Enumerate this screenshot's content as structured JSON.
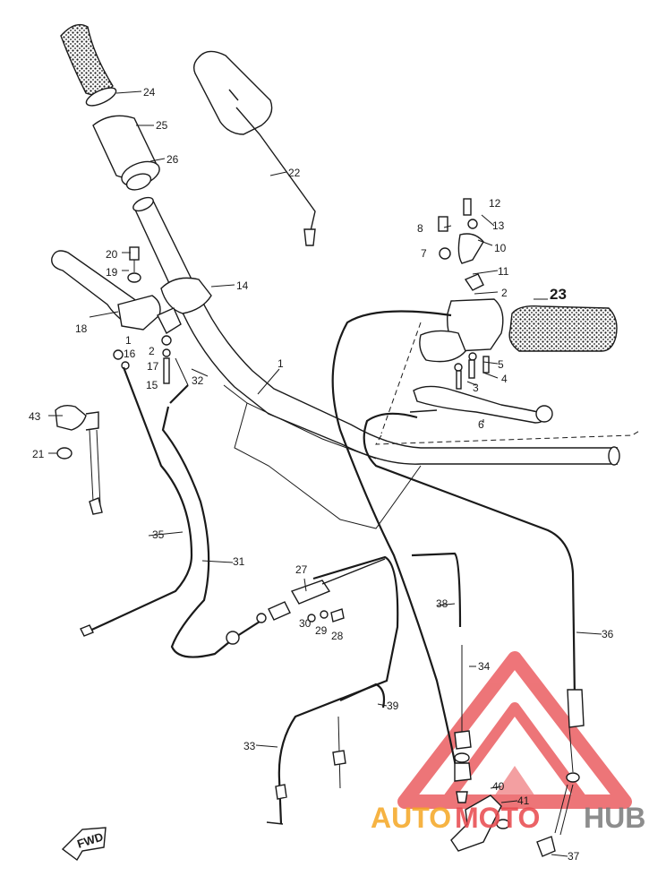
{
  "parts": [
    {
      "id": "p1",
      "label": "1"
    },
    {
      "id": "p2",
      "label": "2"
    },
    {
      "id": "p3",
      "label": "3"
    },
    {
      "id": "p4",
      "label": "4"
    },
    {
      "id": "p5",
      "label": "5"
    },
    {
      "id": "p6",
      "label": "6"
    },
    {
      "id": "p7",
      "label": "7"
    },
    {
      "id": "p8",
      "label": "8"
    },
    {
      "id": "p10",
      "label": "10"
    },
    {
      "id": "p11",
      "label": "11"
    },
    {
      "id": "p12",
      "label": "12"
    },
    {
      "id": "p13",
      "label": "13"
    },
    {
      "id": "p14",
      "label": "14"
    },
    {
      "id": "p15",
      "label": "15"
    },
    {
      "id": "p16",
      "label": "16"
    },
    {
      "id": "p17",
      "label": "17"
    },
    {
      "id": "p1b",
      "label": "1"
    },
    {
      "id": "p2b",
      "label": "2"
    },
    {
      "id": "p18",
      "label": "18"
    },
    {
      "id": "p19",
      "label": "19"
    },
    {
      "id": "p20",
      "label": "20"
    },
    {
      "id": "p21",
      "label": "21"
    },
    {
      "id": "p22",
      "label": "22"
    },
    {
      "id": "p23",
      "label": "23"
    },
    {
      "id": "p24",
      "label": "24"
    },
    {
      "id": "p25",
      "label": "25"
    },
    {
      "id": "p26",
      "label": "26"
    },
    {
      "id": "p27",
      "label": "27"
    },
    {
      "id": "p28",
      "label": "28"
    },
    {
      "id": "p29",
      "label": "29"
    },
    {
      "id": "p30",
      "label": "30"
    },
    {
      "id": "p31",
      "label": "31"
    },
    {
      "id": "p32",
      "label": "32"
    },
    {
      "id": "p33",
      "label": "33"
    },
    {
      "id": "p34",
      "label": "34"
    },
    {
      "id": "p35",
      "label": "35"
    },
    {
      "id": "p36",
      "label": "36"
    },
    {
      "id": "p37",
      "label": "37"
    },
    {
      "id": "p38",
      "label": "38"
    },
    {
      "id": "p39",
      "label": "39"
    },
    {
      "id": "p40",
      "label": "40"
    },
    {
      "id": "p41",
      "label": "41"
    },
    {
      "id": "p43",
      "label": "43"
    }
  ],
  "direction_marker": {
    "text": "FWD",
    "icon": "forward-arrow-icon"
  },
  "watermark": {
    "text_left": "AUTO",
    "text_middle": "MOTO",
    "text_right": "HUB",
    "color_orange": "#f5a623",
    "color_red": "#e8474c",
    "color_gray": "#7a7a7a",
    "icon": "triangle-logo-icon"
  },
  "colors": {
    "ink": "#1a1a1a",
    "paper": "#ffffff"
  }
}
